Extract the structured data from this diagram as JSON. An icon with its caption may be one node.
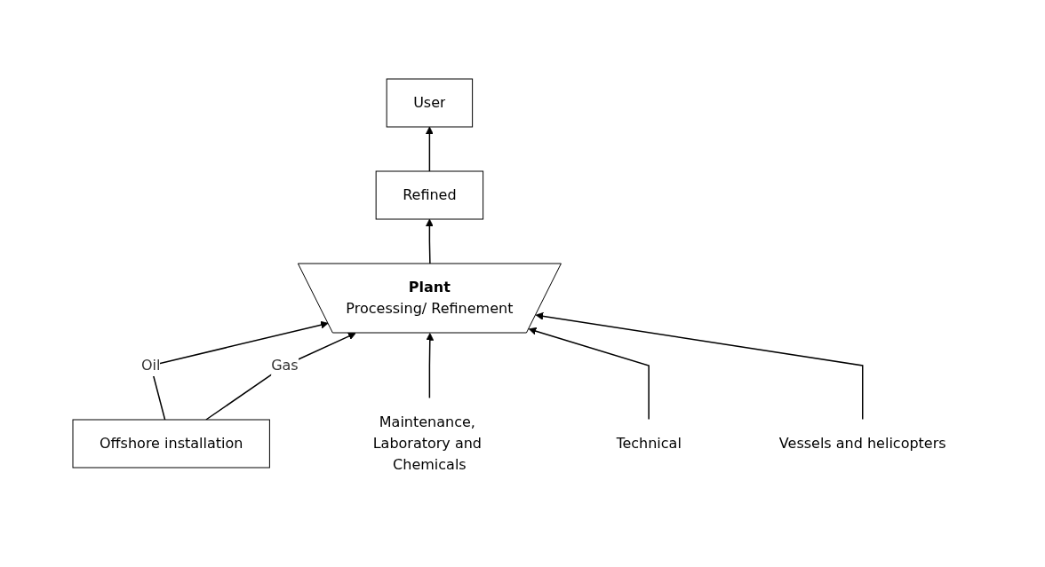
{
  "diagram": {
    "nodes": [
      {
        "text": [
          "User"
        ]
      },
      {
        "text": [
          "Refined"
        ]
      },
      {
        "text": [
          "Plant",
          "Processing/ Refinement"
        ]
      },
      {
        "text": [
          "Offshore installation"
        ]
      },
      {
        "text": [
          "Maintenance, Laboratory and Chemicals"
        ]
      },
      {
        "text": [
          "Technical"
        ]
      },
      {
        "text": [
          "Vessels and helicopters"
        ]
      }
    ],
    "edges": [
      {
        "from": 2,
        "to": 1,
        "arrow": "to"
      },
      {
        "from": 1,
        "to": 0,
        "arrow": "to"
      },
      {
        "from": 3,
        "to": 2,
        "arrow": "to",
        "label": "Oil"
      },
      {
        "from": 3,
        "to": 2,
        "arrow": "to",
        "label": "Gas"
      },
      {
        "from": 4,
        "to": 2,
        "arrow": "to"
      },
      {
        "from": 5,
        "to": 2,
        "arrow": "to"
      },
      {
        "from": 6,
        "to": 2,
        "arrow": "to"
      }
    ]
  }
}
